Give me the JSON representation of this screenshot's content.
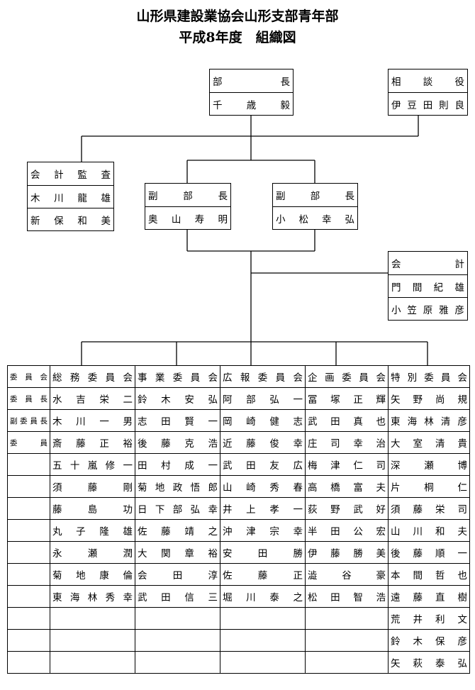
{
  "title": {
    "line1": "山形県建設業協会山形支部青年部",
    "line2": "平成8年度　組織図"
  },
  "bucho": {
    "role": "部長",
    "name": "千歳毅"
  },
  "sodanyaku": {
    "role": "相談役",
    "name": "伊豆田則良"
  },
  "kaikei_kansa": {
    "role": "会計監査",
    "names": [
      "木川龍雄",
      "新保和美"
    ]
  },
  "fukubucho": [
    {
      "role": "副部長",
      "name": "奥山寿明"
    },
    {
      "role": "副部長",
      "name": "小松幸弘"
    }
  ],
  "kaikei": {
    "role": "会計",
    "names": [
      "門間紀雄",
      "小笠原雅彦"
    ]
  },
  "committees": {
    "row_labels": [
      "委員会",
      "委員長",
      "副委員長",
      "委員"
    ],
    "columns": [
      {
        "name": "総務委員会",
        "members": [
          "水吉栄二",
          "木川一男",
          "斎藤正裕",
          "五十嵐修一",
          "須藤剛",
          "藤島功",
          "丸子隆雄",
          "永瀬潤",
          "菊地康倫",
          "東海林秀幸"
        ]
      },
      {
        "name": "事業委員会",
        "members": [
          "鈴木安弘",
          "志田賢一",
          "後藤克浩",
          "田村成一",
          "菊地政悟郎",
          "日下部弘幸",
          "佐藤靖之",
          "大関章裕",
          "会田淳",
          "武田信三"
        ]
      },
      {
        "name": "広報委員会",
        "members": [
          "阿部弘一",
          "岡崎健志",
          "近藤俊幸",
          "武田友広",
          "山崎秀春",
          "井上孝一",
          "沖津宗幸",
          "安田勝",
          "佐藤正",
          "堀川泰之"
        ]
      },
      {
        "name": "企画委員会",
        "members": [
          "冨塚正輝",
          "武田真也",
          "庄司幸治",
          "梅津仁司",
          "高橋富夫",
          "荻野武好",
          "半田公宏",
          "伊藤勝美",
          "澁谷豪",
          "松田智浩"
        ]
      },
      {
        "name": "特別委員会",
        "members": [
          "矢野尚規",
          "東海林清彦",
          "大室清貴",
          "深瀬博",
          "片桐仁",
          "須藤栄司",
          "山川和夫",
          "後藤順一",
          "本間哲也",
          "遠藤直樹",
          "荒井利文",
          "鈴木保彦",
          "矢萩泰弘"
        ]
      }
    ]
  }
}
